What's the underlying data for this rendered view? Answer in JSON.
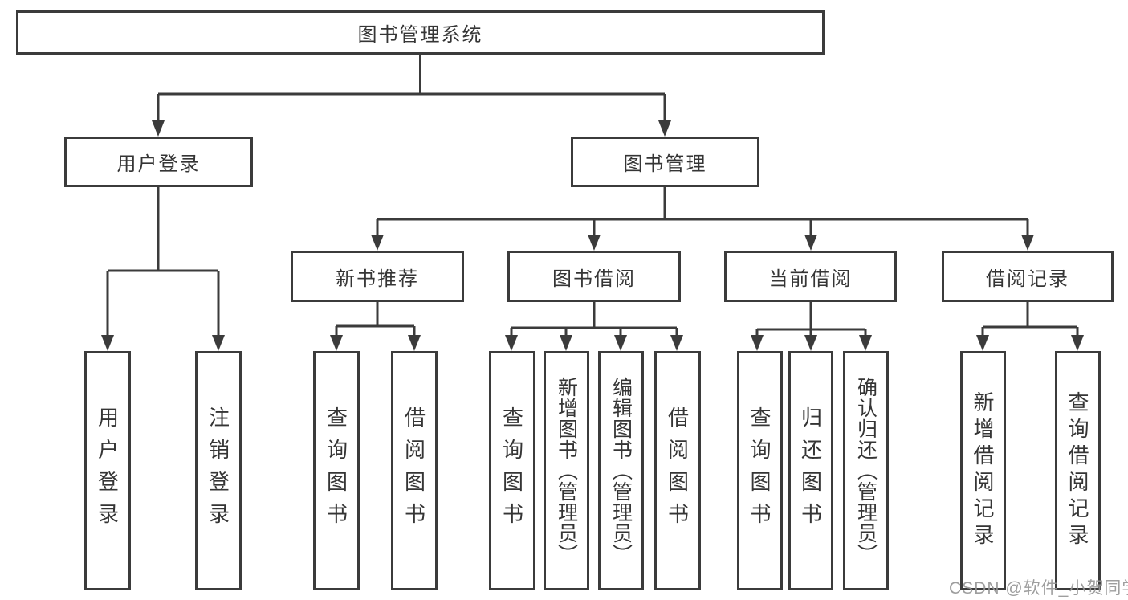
{
  "root": {
    "label": "图书管理系统"
  },
  "level2": [
    {
      "label": "用户登录"
    },
    {
      "label": "图书管理"
    }
  ],
  "level3": [
    {
      "label": "新书推荐"
    },
    {
      "label": "图书借阅"
    },
    {
      "label": "当前借阅"
    },
    {
      "label": "借阅记录"
    }
  ],
  "leaves": {
    "user_login": [
      "用户登录",
      "注销登录"
    ],
    "new_books": [
      "查询图书",
      "借阅图书"
    ],
    "book_borrow": [
      "查询图书",
      "新增图书（管理员）",
      "编辑图书（管理员）",
      "借阅图书"
    ],
    "current_borrow": [
      "查询图书",
      "归还图书",
      "确认归还（管理员）"
    ],
    "borrow_records": [
      "新增借阅记录",
      "查询借阅记录"
    ]
  },
  "watermark": {
    "text": "CSDN @软件_小贺同学"
  },
  "colors": {
    "line": "#3b3b3b",
    "text": "#353535",
    "background": "#ffffff",
    "watermark": "#969696"
  }
}
